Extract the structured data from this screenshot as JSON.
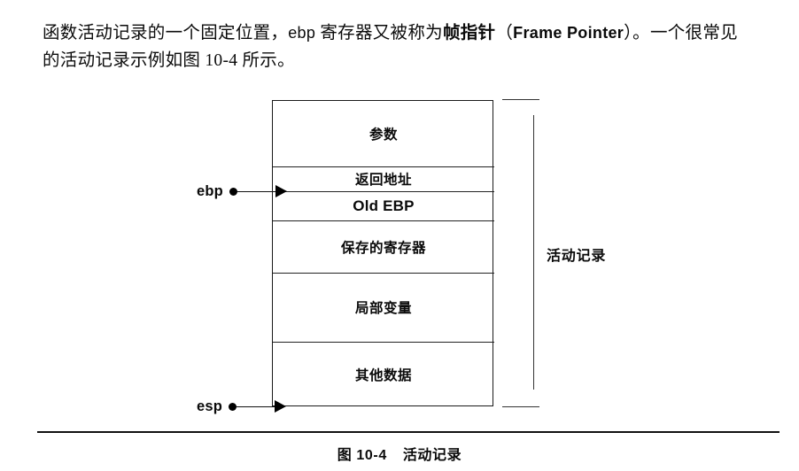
{
  "prose": {
    "line1_part1": "函数活动记录的",
    "line1_ellipsis": "一",
    "line1_part2": "个固定位置，",
    "line1_reg": "ebp",
    "line1_part3": " 寄存器又被称为",
    "line1_bold": "帧指针",
    "line1_paren_open": "（",
    "line1_latin_bold": "Frame Pointer",
    "line1_paren_close": "）。一个很常见",
    "line2": "的活动记录示例如图 10-4 所示。"
  },
  "figure": {
    "stack_cells": [
      {
        "label": "参数",
        "script": "cjk"
      },
      {
        "label": "返回地址",
        "script": "cjk"
      },
      {
        "label": "Old EBP",
        "script": "latin"
      },
      {
        "label": "保存的寄存器",
        "script": "cjk"
      },
      {
        "label": "局部变量",
        "script": "cjk"
      },
      {
        "label": "其他数据",
        "script": "cjk"
      }
    ],
    "pointers": [
      {
        "label": "ebp",
        "target_cell": "Old EBP"
      },
      {
        "label": "esp",
        "target_cell": "其他数据"
      }
    ],
    "bracket_label": "活动记录",
    "caption_number": "图 10-4",
    "caption_title": "活动记录"
  },
  "colors": {
    "ink": "#0a0a0a",
    "rule": "#111111",
    "background": "#ffffff"
  }
}
